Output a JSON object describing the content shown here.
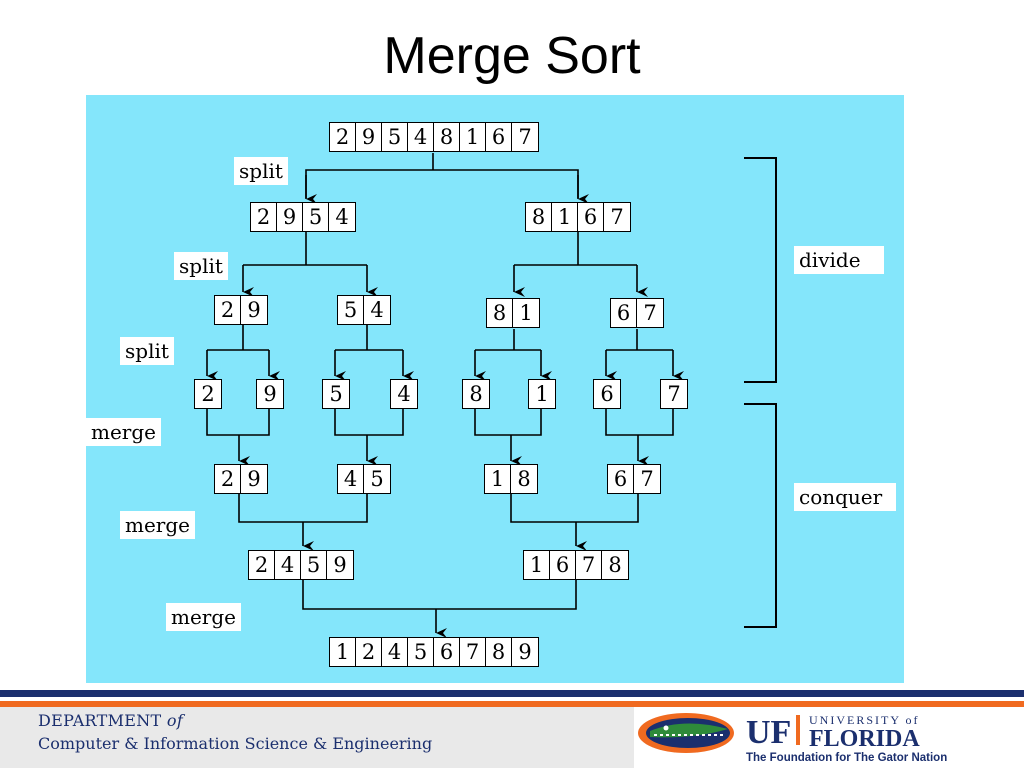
{
  "slide": {
    "title": "Merge Sort"
  },
  "diagram": {
    "labels": {
      "split1": "split",
      "split2": "split",
      "split3": "split",
      "merge1": "merge",
      "merge2": "merge",
      "merge3": "merge",
      "divide": "divide",
      "conquer": "conquer"
    },
    "arrays": {
      "a0": [
        "2",
        "9",
        "5",
        "4",
        "8",
        "1",
        "6",
        "7"
      ],
      "a1l": [
        "2",
        "9",
        "5",
        "4"
      ],
      "a1r": [
        "8",
        "1",
        "6",
        "7"
      ],
      "a2a": [
        "2",
        "9"
      ],
      "a2b": [
        "5",
        "4"
      ],
      "a2c": [
        "8",
        "1"
      ],
      "a2d": [
        "6",
        "7"
      ],
      "s1": [
        "2"
      ],
      "s2": [
        "9"
      ],
      "s3": [
        "5"
      ],
      "s4": [
        "4"
      ],
      "s5": [
        "8"
      ],
      "s6": [
        "1"
      ],
      "s7": [
        "6"
      ],
      "s8": [
        "7"
      ],
      "m1a": [
        "2",
        "9"
      ],
      "m1b": [
        "4",
        "5"
      ],
      "m1c": [
        "1",
        "8"
      ],
      "m1d": [
        "6",
        "7"
      ],
      "m2l": [
        "2",
        "4",
        "5",
        "9"
      ],
      "m2r": [
        "1",
        "6",
        "7",
        "8"
      ],
      "final": [
        "1",
        "2",
        "4",
        "5",
        "6",
        "7",
        "8",
        "9"
      ]
    }
  },
  "footer": {
    "department_line1": "DEPARTMENT",
    "department_of": "of",
    "department_line2": "Computer & Information Science & Engineering",
    "uf_mark": "UF",
    "university_of": "UNIVERSITY of",
    "florida": "FLORIDA",
    "tagline": "The Foundation for The Gator Nation"
  },
  "colors": {
    "diagram_background": "#84e6fb",
    "navy": "#1b2f6e",
    "orange": "#f06a20"
  }
}
